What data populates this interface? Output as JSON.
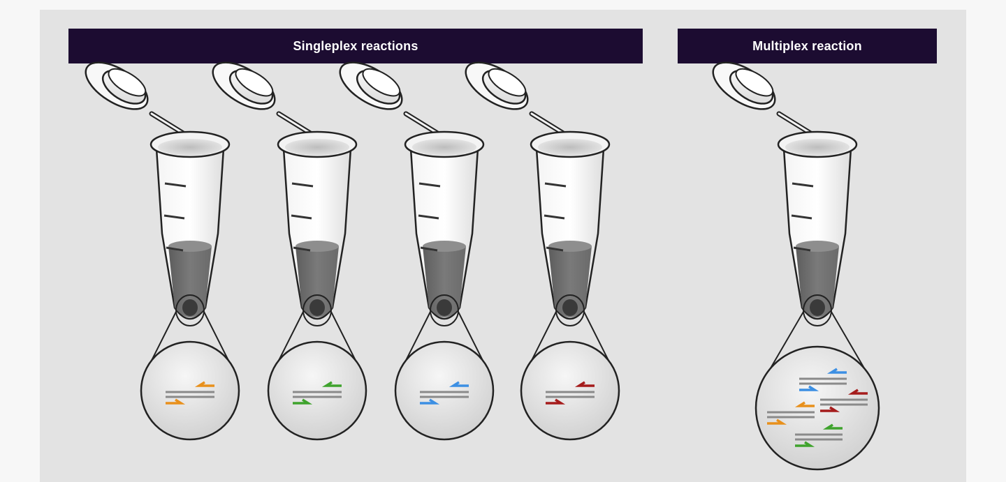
{
  "headers": {
    "singleplex": "Singleplex reactions",
    "multiplex": "Multiplex reaction"
  },
  "colors": {
    "background": "#e3e3e3",
    "header_bg": "#1c0c31",
    "header_text": "#ffffff",
    "primer_orange": "#e8901c",
    "primer_green": "#3fa32d",
    "primer_blue": "#3c8fe3",
    "primer_red": "#a51c1c"
  },
  "singleplex_tubes": [
    {
      "primer_color": "orange"
    },
    {
      "primer_color": "green"
    },
    {
      "primer_color": "blue"
    },
    {
      "primer_color": "red"
    }
  ],
  "multiplex_tube": {
    "primer_colors": [
      "blue",
      "orange",
      "red",
      "green"
    ]
  }
}
